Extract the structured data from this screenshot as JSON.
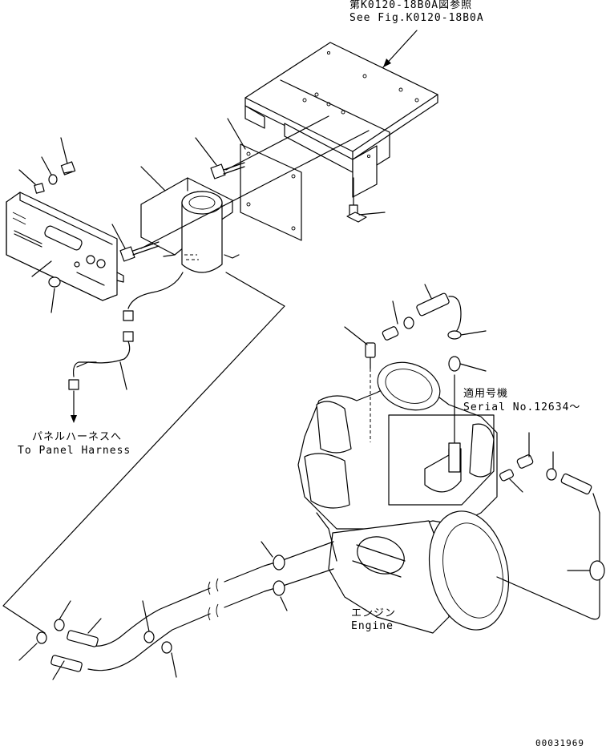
{
  "references": {
    "top_ref_jp": "第K0120-18B0A図参照",
    "top_ref_en": "See Fig.K0120-18B0A",
    "panel_harness_jp": "パネルハーネスへ",
    "panel_harness_en": "To Panel Harness",
    "serial_jp": "適用号機",
    "serial_en": "Serial No.12634～",
    "engine_jp": "エンジン",
    "engine_en": "Engine",
    "drawing_number": "00031969"
  },
  "icons": [
    "arrow-icon"
  ]
}
